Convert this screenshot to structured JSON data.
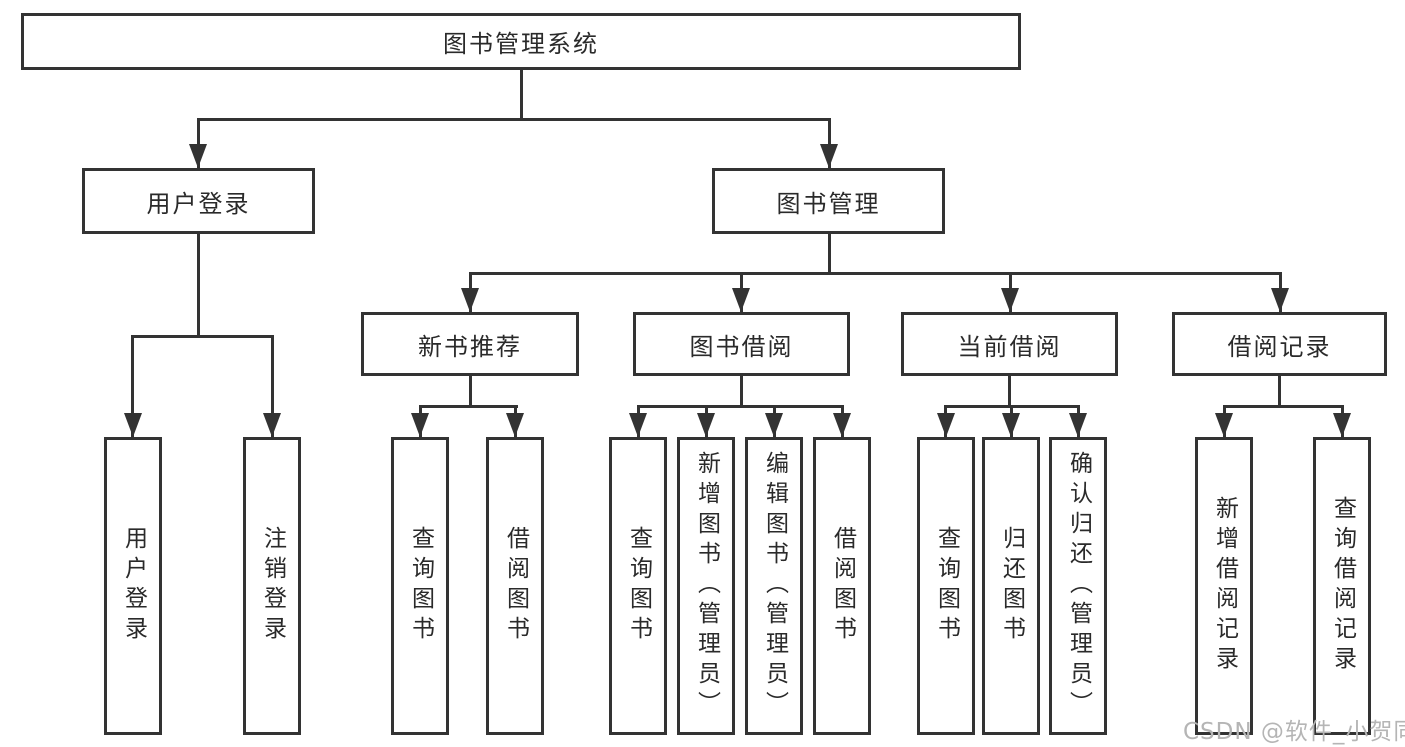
{
  "diagram": {
    "root": {
      "label": "图书管理系统"
    },
    "level1": [
      {
        "label": "用户登录"
      },
      {
        "label": "图书管理"
      }
    ],
    "level2": [
      {
        "label": "新书推荐",
        "parent": "图书管理"
      },
      {
        "label": "图书借阅",
        "parent": "图书管理"
      },
      {
        "label": "当前借阅",
        "parent": "图书管理"
      },
      {
        "label": "借阅记录",
        "parent": "图书管理"
      }
    ],
    "leaves": [
      {
        "label": "用户登录",
        "parent": "用户登录"
      },
      {
        "label": "注销登录",
        "parent": "用户登录"
      },
      {
        "label": "查询图书",
        "parent": "新书推荐"
      },
      {
        "label": "借阅图书",
        "parent": "新书推荐"
      },
      {
        "label": "查询图书",
        "parent": "图书借阅"
      },
      {
        "label": "新增图书（管理员）",
        "parent": "图书借阅"
      },
      {
        "label": "编辑图书（管理员）",
        "parent": "图书借阅"
      },
      {
        "label": "借阅图书",
        "parent": "图书借阅"
      },
      {
        "label": "查询图书",
        "parent": "当前借阅"
      },
      {
        "label": "归还图书",
        "parent": "当前借阅"
      },
      {
        "label": "确认归还（管理员）",
        "parent": "当前借阅"
      },
      {
        "label": "新增借阅记录",
        "parent": "借阅记录"
      },
      {
        "label": "查询借阅记录",
        "parent": "借阅记录"
      }
    ]
  },
  "watermark": {
    "text": "CSDN @软件_小贺同学"
  },
  "colors": {
    "line": "#333333",
    "box_border": "#333333",
    "box_background": "#ffffff",
    "page_background": "#ffffff",
    "text": "#2a2a2a",
    "watermark": "#b5b5b5"
  }
}
